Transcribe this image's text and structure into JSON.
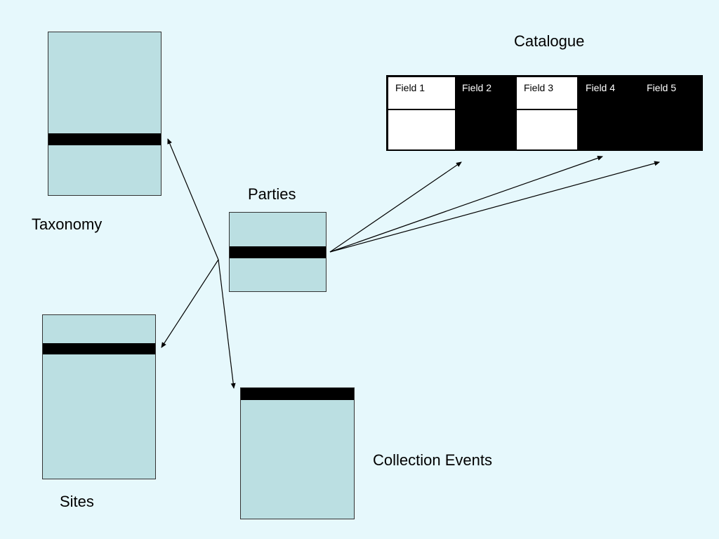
{
  "labels": {
    "taxonomy": "Taxonomy",
    "sites": "Sites",
    "parties": "Parties",
    "collection_events": "Collection Events",
    "catalogue": "Catalogue"
  },
  "catalogue": {
    "fields": [
      "Field 1",
      "Field 2",
      "Field 3",
      "Field 4",
      "Field 5"
    ]
  },
  "colors": {
    "background": "#e6f8fc",
    "table_fill": "#bbdfe2",
    "key_bar": "#000000"
  }
}
